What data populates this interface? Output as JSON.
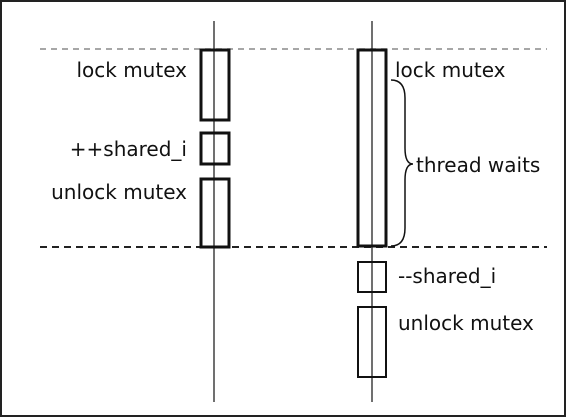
{
  "diagram": {
    "thread1": {
      "step1": "lock mutex",
      "step2": "++shared_i",
      "step3": "unlock mutex"
    },
    "thread2": {
      "step1": "lock mutex",
      "wait": "thread waits",
      "step2": "--shared_i",
      "step3": "unlock mutex"
    }
  }
}
